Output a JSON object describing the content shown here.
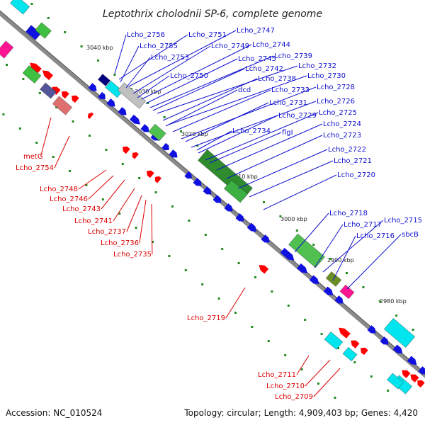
{
  "title": "Leptothrix cholodnii SP-6, complete genome",
  "footer": {
    "accession": "Accession: NC_010524",
    "summary": "Topology: circular; Length: 4,909,403 bp; Genes: 4,420"
  },
  "colors": {
    "forward_label": "#1010d0",
    "reverse_label": "#dd0000",
    "backbone": "#8a8a8a",
    "forward_gene": "#1010e0",
    "reverse_gene": "#ff0000",
    "tick": "#228b22"
  },
  "kbp_ticks": [
    "3040 kbp",
    "3030 kbp",
    "3020 kbp",
    "3010 kbp",
    "3000 kbp",
    "2990 kbp",
    "2980 kbp"
  ],
  "forward_labels": [
    "Lcho_2756",
    "Lcho_2751",
    "Lcho_2747",
    "Lcho_2755",
    "Lcho_2749",
    "Lcho_2744",
    "Lcho_2753",
    "Lcho_2745",
    "Lcho_2739",
    "Lcho_2742",
    "Lcho_2732",
    "Lcho_2750",
    "Lcho_2738",
    "Lcho_2730",
    "dcd",
    "Lcho_2733",
    "Lcho_2728",
    "Lcho_2731",
    "Lcho_2726",
    "Lcho_2729",
    "Lcho_2725",
    "Lcho_2734",
    "flgI",
    "Lcho_2724",
    "Lcho_2723",
    "Lcho_2722",
    "Lcho_2721",
    "Lcho_2720",
    "Lcho_2718",
    "Lcho_2717",
    "Lcho_2715",
    "Lcho_2716",
    "sbcB"
  ],
  "reverse_labels": [
    "metG",
    "Lcho_2754",
    "Lcho_2748",
    "Lcho_2746",
    "Lcho_2743",
    "Lcho_2741",
    "Lcho_2737",
    "Lcho_2736",
    "Lcho_2735",
    "Lcho_2719",
    "Lcho_2711",
    "Lcho_2710",
    "Lcho_2709"
  ]
}
